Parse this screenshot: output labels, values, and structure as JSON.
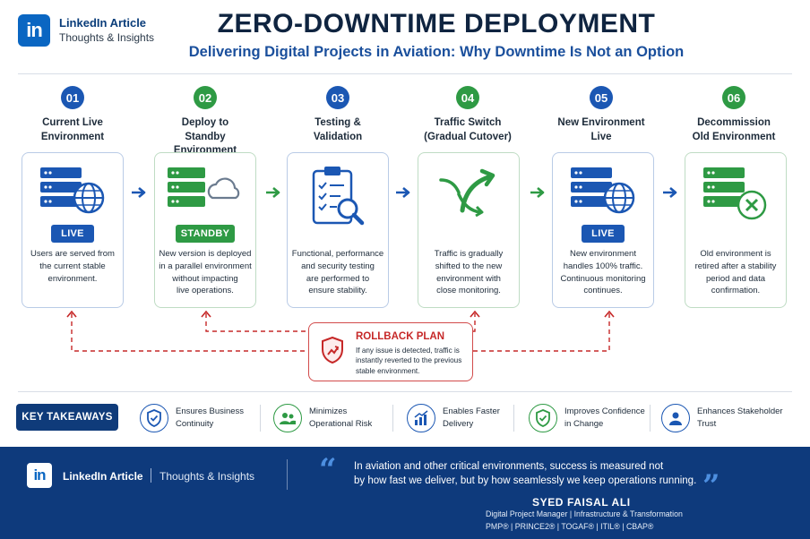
{
  "brand": {
    "logo": "in",
    "title": "LinkedIn Article",
    "subtitle": "Thoughts & Insights"
  },
  "header": {
    "title": "ZERO-DOWNTIME DEPLOYMENT",
    "subtitle": "Delivering Digital Projects in Aviation: Why Downtime Is Not an Option"
  },
  "steps": [
    {
      "num": "01",
      "title_line1": "Current Live",
      "title_line2": "Environment",
      "icon": "server-globe-icon",
      "badge": "LIVE",
      "desc": [
        "Users are served from",
        "the current stable",
        "environment."
      ]
    },
    {
      "num": "02",
      "title_line1": "Deploy to",
      "title_line2": "Standby Environment",
      "icon": "server-cloud-icon",
      "badge": "STANDBY",
      "desc": [
        "New version is deployed",
        "in a parallel environment",
        "without impacting",
        "live operations."
      ]
    },
    {
      "num": "03",
      "title_line1": "Testing &",
      "title_line2": "Validation",
      "icon": "clipboard-search-icon",
      "badge": "",
      "desc": [
        "Functional, performance",
        "and security testing",
        "are performed to",
        "ensure stability."
      ]
    },
    {
      "num": "04",
      "title_line1": "Traffic Switch",
      "title_line2": "(Gradual Cutover)",
      "icon": "traffic-split-icon",
      "badge": "",
      "desc": [
        "Traffic is gradually",
        "shifted to the new",
        "environment with",
        "close monitoring."
      ]
    },
    {
      "num": "05",
      "title_line1": "New Environment",
      "title_line2": "Live",
      "icon": "server-globe-icon",
      "badge": "LIVE",
      "desc": [
        "New environment",
        "handles 100% traffic.",
        "Continuous monitoring",
        "continues."
      ]
    },
    {
      "num": "06",
      "title_line1": "Decommission",
      "title_line2": "Old Environment",
      "icon": "server-remove-icon",
      "badge": "",
      "desc": [
        "Old environment is",
        "retired after a stability",
        "period and data",
        "confirmation."
      ]
    }
  ],
  "rollback": {
    "title": "ROLLBACK PLAN",
    "lines": [
      "If any issue is detected, traffic is",
      "instantly reverted to the previous",
      "stable environment."
    ]
  },
  "takeaways": {
    "label": "KEY TAKEAWAYS",
    "items": [
      {
        "icon": "shield-check-icon",
        "line1": "Ensures Business",
        "line2": "Continuity"
      },
      {
        "icon": "users-icon",
        "line1": "Minimizes",
        "line2": "Operational Risk"
      },
      {
        "icon": "bar-chart-icon",
        "line1": "Enables Faster",
        "line2": "Delivery"
      },
      {
        "icon": "shield-check-icon",
        "line1": "Improves Confidence",
        "line2": "in Change"
      },
      {
        "icon": "user-icon",
        "line1": "Enhances Stakeholder",
        "line2": "Trust"
      }
    ]
  },
  "footer": {
    "logo": "in",
    "article": "LinkedIn Article",
    "thoughts": "Thoughts & Insights",
    "quote_line1": "In aviation and other critical environments, success is measured not",
    "quote_line2": "by how fast we deliver, but by how seamlessly we keep operations running.",
    "open_quote": "“",
    "close_quote": "”",
    "author": "SYED FAISAL ALI",
    "role": "Digital Project Manager | Infrastructure & Transformation",
    "certs": "PMP®  |  PRINCE2®  |  TOGAF®  |  ITIL®  |  CBAP®"
  },
  "colors": {
    "blue": "#1b57b3",
    "green": "#2e9a44",
    "navy": "#0e3a7c",
    "red": "#c62828"
  }
}
